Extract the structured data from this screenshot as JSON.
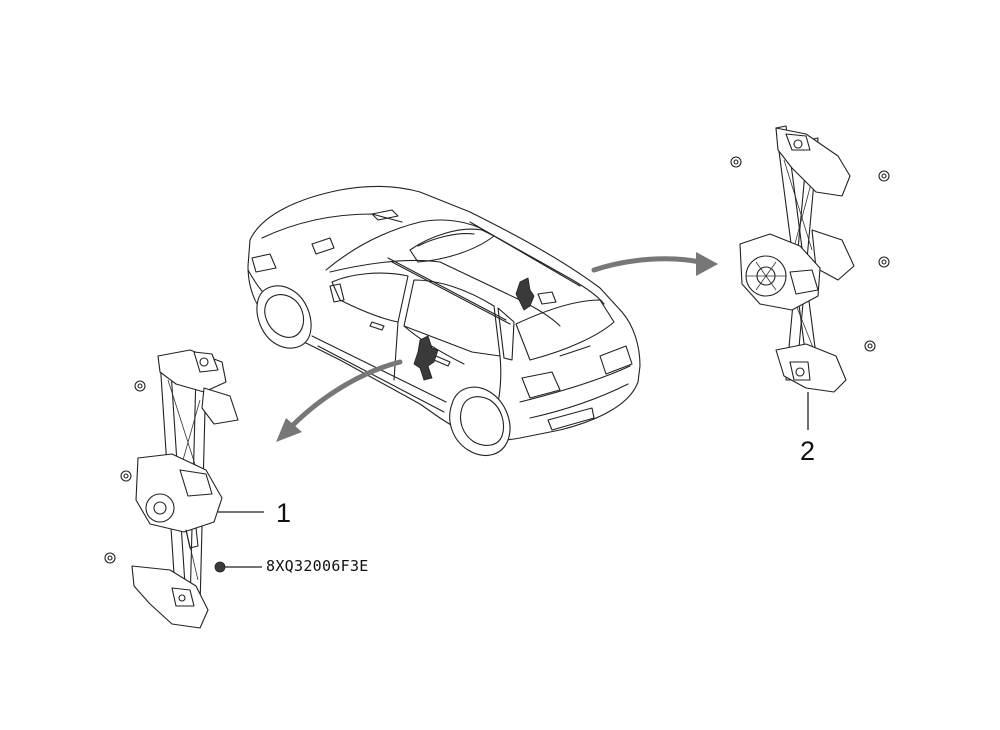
{
  "callouts": {
    "part_1": "1",
    "part_2": "2"
  },
  "part_code": "8XQ32006F3E"
}
